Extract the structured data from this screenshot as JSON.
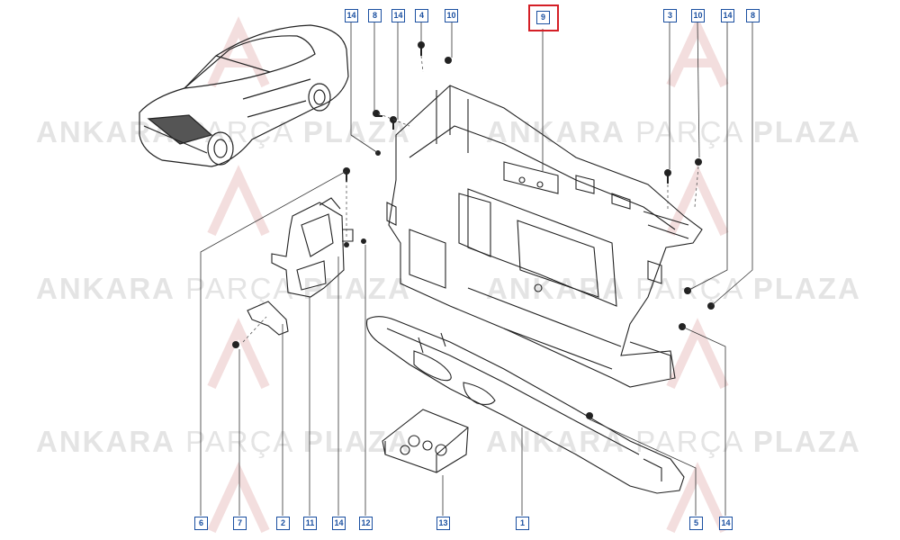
{
  "watermark": {
    "word1": "ANKARA",
    "word2": "PARÇA",
    "word3": "PLAZA"
  },
  "highlighted_part": "9",
  "callouts": {
    "c14a": "14",
    "c8a": "8",
    "c4": "4",
    "c10a": "10",
    "c9": "9",
    "c3": "3",
    "c10b": "10",
    "c14b": "14",
    "c8b": "8",
    "c14c": "14",
    "c6": "6",
    "c7": "7",
    "c2": "2",
    "c11": "11",
    "c14d": "14",
    "c12": "12",
    "c13": "13",
    "c1": "1",
    "c5": "5",
    "c14e": "14"
  }
}
